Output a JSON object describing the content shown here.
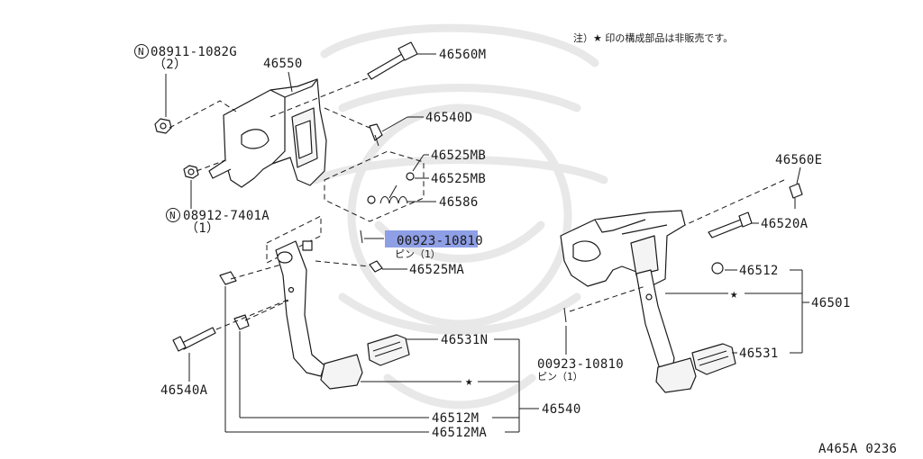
{
  "note": "注）★ 印の構成部品は非販売です。",
  "figure_code": "A465A 0236",
  "star": "★",
  "highlight_color": "#8f9fe6",
  "labels": {
    "p08911": "08911-1082G",
    "p08911_qty": "（2）",
    "p08912": "08912-7401A",
    "p08912_qty": "（1）",
    "p46550": "46550",
    "p46560M": "46560M",
    "p46540D": "46540D",
    "p46525MB_1": "46525MB",
    "p46525MB_2": "46525MB",
    "p46586": "46586",
    "p00923_left": "00923-10810",
    "pin_left": "ピン（1）",
    "p46525MA": "46525MA",
    "p46540A": "46540A",
    "p46531N": "46531N",
    "p46512M": "46512M",
    "p46512MA": "46512MA",
    "p46540": "46540",
    "p46560E": "46560E",
    "p46520A": "46520A",
    "p46512": "46512",
    "p46501": "46501",
    "p00923_right": "00923-10810",
    "pin_right": "ピン（1）",
    "p46531": "46531"
  },
  "icons": {
    "circled_n": "N"
  }
}
